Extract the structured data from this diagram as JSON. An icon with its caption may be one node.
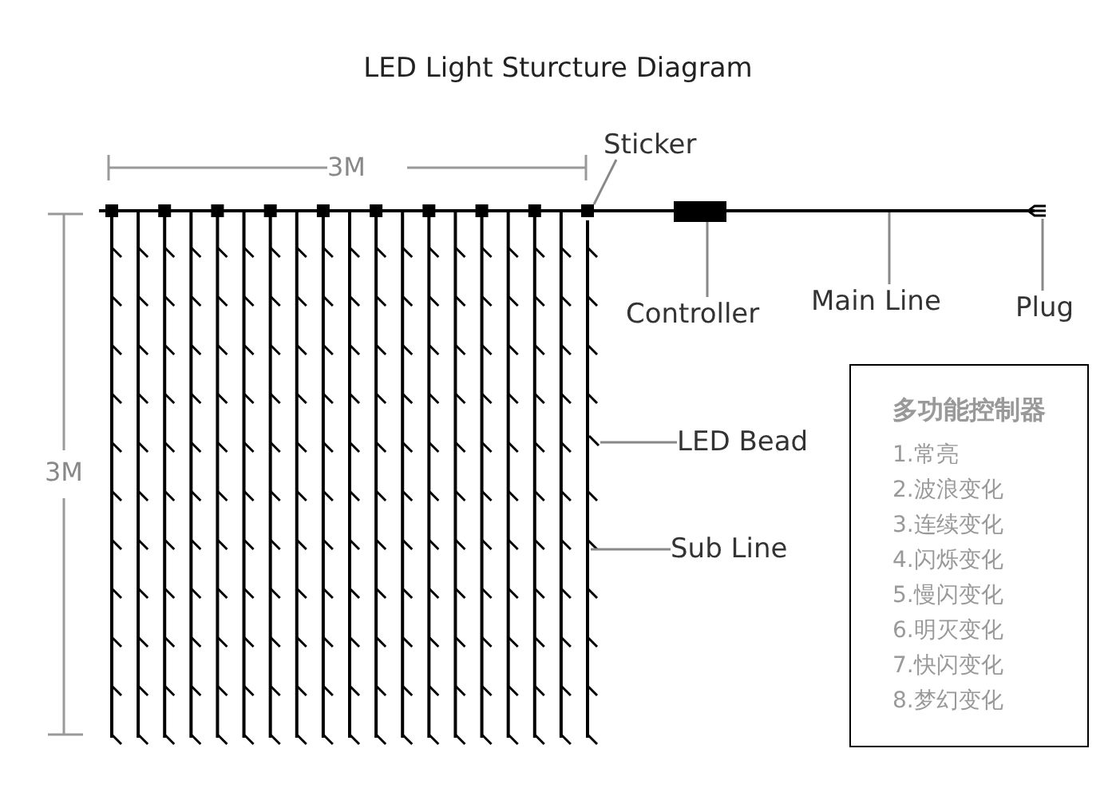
{
  "diagram": {
    "title": "LED Light Sturcture Diagram",
    "nodes": [
      {
        "text": [
          "Sticker"
        ]
      },
      {
        "text": [],
        "shape": "box"
      },
      {
        "text": [
          "Controller"
        ]
      },
      {
        "text": [],
        "shape": "box"
      },
      {
        "text": [
          "Main Line"
        ]
      },
      {
        "text": [],
        "shape": "line"
      },
      {
        "text": [
          "Plug"
        ]
      },
      {
        "text": [],
        "shape": "plug"
      },
      {
        "text": [
          "LED Bead"
        ]
      },
      {
        "text": [],
        "shape": "bead"
      },
      {
        "text": [
          "Sub Line"
        ]
      },
      {
        "text": [],
        "shape": "line"
      },
      {
        "text": [
          "多功能控制器",
          "1.常亮",
          "2.波浪变化",
          "3.连续变化",
          "4.闪烁变化",
          "5.慢闪变化",
          "6.明灭变化",
          "7.快闪变化",
          "8.梦幻变化"
        ]
      }
    ],
    "edges": [
      {
        "from": 0,
        "to": 1,
        "arrow": "none"
      },
      {
        "from": 2,
        "to": 3,
        "arrow": "none"
      },
      {
        "from": 4,
        "to": 5,
        "arrow": "none"
      },
      {
        "from": 6,
        "to": 7,
        "arrow": "none"
      },
      {
        "from": 8,
        "to": 9,
        "arrow": "none"
      },
      {
        "from": 10,
        "to": 11,
        "arrow": "none"
      }
    ],
    "labels": [
      "3M",
      "3M"
    ]
  }
}
